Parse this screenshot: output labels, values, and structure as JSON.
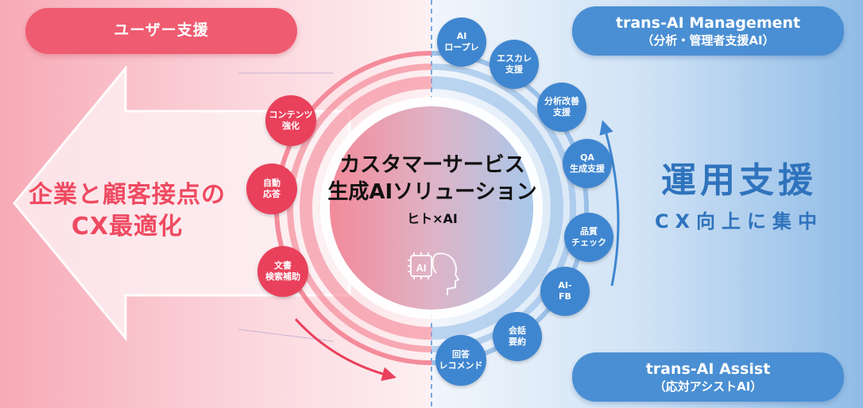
{
  "left_pill": {
    "label": "ユーザー支援"
  },
  "left_title": {
    "line1": "企業と顧客接点の",
    "line2": "CX最適化"
  },
  "top_right_pill": {
    "line1": "trans-AI Management",
    "line2": "（分析・管理者支援AI）"
  },
  "bottom_right_pill": {
    "line1": "trans-AI Assist",
    "line2": "（応対アシストAI）"
  },
  "right_title": {
    "line1": "運用支援",
    "line2": "CX向上に集中"
  },
  "center": {
    "line1": "カスタマーサービス",
    "line2": "生成AIソリューション",
    "line3": "ヒト×AI",
    "icon_label": "AI"
  },
  "bubbles_user": [
    {
      "line1": "コンテンツ",
      "line2": "強化"
    },
    {
      "line1": "自動",
      "line2": "応答"
    },
    {
      "line1": "文書",
      "line2": "検索補助"
    }
  ],
  "bubbles_ops": [
    {
      "line1": "AI",
      "line2": "ロープレ"
    },
    {
      "line1": "エスカレ",
      "line2": "支援"
    },
    {
      "line1": "分析改善",
      "line2": "支援"
    },
    {
      "line1": "QA",
      "line2": "生成支援"
    },
    {
      "line1": "品質",
      "line2": "チェック"
    },
    {
      "line1": "AI-",
      "line2": "FB"
    },
    {
      "line1": "会話",
      "line2": "要約"
    },
    {
      "line1": "回答",
      "line2": "レコメンド"
    }
  ],
  "colors": {
    "pink": "#ef5b70",
    "pink_dark": "#e9405b",
    "blue": "#4a8fd3",
    "blue_dark": "#3f86d0",
    "title_blue": "#2f73bd"
  }
}
